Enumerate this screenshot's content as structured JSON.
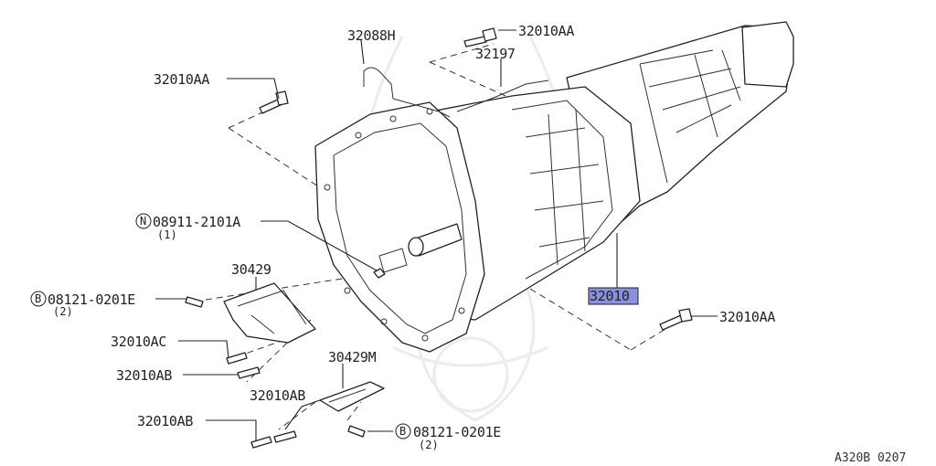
{
  "callouts": {
    "c_32088H": "32088H",
    "c_32010AA_top": "32010AA",
    "c_32197": "32197",
    "c_32010AA_left": "32010AA",
    "c_08911": "08911-2101A",
    "c_08911_qty": "(1)",
    "c_30429": "30429",
    "c_08121_left": "08121-0201E",
    "c_08121_left_qty": "(2)",
    "c_32010": "32010",
    "c_32010AA_right": "32010AA",
    "c_32010AC": "32010AC",
    "c_32010AB_a": "32010AB",
    "c_30429M": "30429M",
    "c_32010AB_b": "32010AB",
    "c_32010AB_c": "32010AB",
    "c_08121_bottom": "08121-0201E",
    "c_08121_bottom_qty": "(2)"
  },
  "markers": {
    "nut_marker": "N",
    "bolt_marker_left": "B",
    "bolt_marker_bottom": "B"
  },
  "diagram_code": "A320B 0207",
  "colors": {
    "highlight": "#8a8fe0",
    "line": "#222222"
  }
}
